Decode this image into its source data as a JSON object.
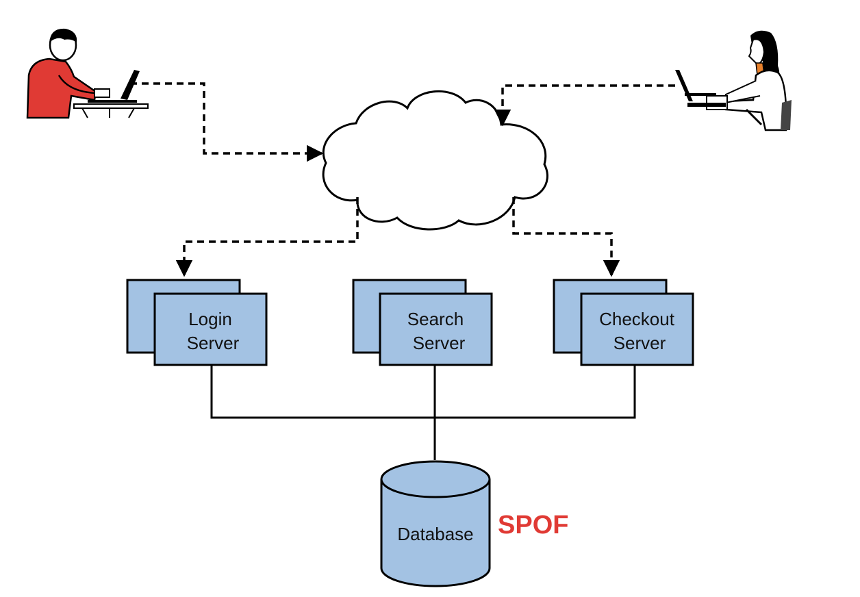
{
  "servers": {
    "login": {
      "line1": "Login",
      "line2": "Server"
    },
    "search": {
      "line1": "Search",
      "line2": "Server"
    },
    "checkout": {
      "line1": "Checkout",
      "line2": "Server"
    }
  },
  "database": {
    "label": "Database"
  },
  "spof": {
    "label": "SPOF"
  },
  "colors": {
    "server_fill": "#a3c2e3",
    "spof": "#e03a34",
    "user_shirt": "#e03a34"
  }
}
